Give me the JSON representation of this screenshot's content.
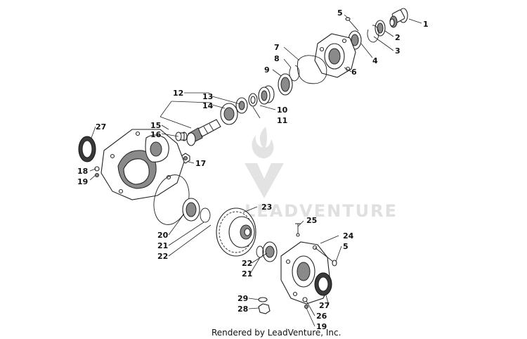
{
  "watermark": "LEADVENTURE",
  "footer": "Rendered by LeadVenture, Inc.",
  "callouts": {
    "c1": "1",
    "c2": "2",
    "c3": "3",
    "c4": "4",
    "c5a": "5",
    "c5b": "5",
    "c6": "6",
    "c7": "7",
    "c8": "8",
    "c9": "9",
    "c10": "10",
    "c11": "11",
    "c12": "12",
    "c13": "13",
    "c14": "14",
    "c15": "15",
    "c16": "16",
    "c17": "17",
    "c18": "18",
    "c19a": "19",
    "c19b": "19",
    "c20": "20",
    "c21a": "21",
    "c21b": "21",
    "c22a": "22",
    "c22b": "22",
    "c23": "23",
    "c24": "24",
    "c25": "25",
    "c26": "26",
    "c27a": "27",
    "c27b": "27",
    "c28": "28",
    "c29": "29"
  }
}
